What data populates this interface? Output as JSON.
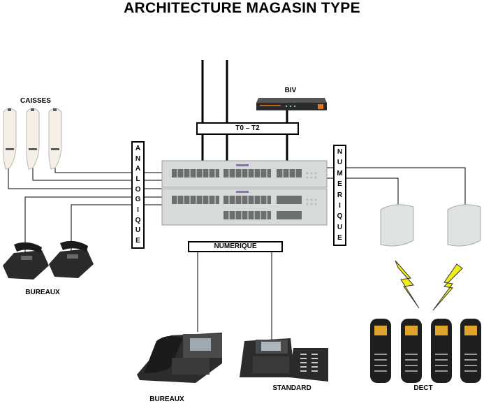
{
  "title": "ARCHITECTURE MAGASIN TYPE",
  "labels": {
    "caisses": "CAISSES",
    "biv": "BIV",
    "t0_t2": "T0 – T2",
    "analogique": "ANALOGIQUE",
    "numerique_side": "NUMERIQUE",
    "numerique_bottom": "NUMERIQUE",
    "bureaux_left": "BUREAUX",
    "bureaux_bottom": "BUREAUX",
    "standard": "STANDARD",
    "dect": "DECT"
  },
  "colors": {
    "wire": "#000000",
    "switch_body": "#d9dcdc",
    "lightning": "#f2ec1a",
    "biv_body": "#2b2b2b",
    "biv_accent": "#e8731c"
  },
  "icons": [
    "payment-terminal-icon",
    "network-switch-icon",
    "router-box-icon",
    "desk-phone-icon",
    "ip-phone-icon",
    "switchboard-phone-icon",
    "dect-base-station-icon",
    "dect-handset-icon",
    "lightning-icon"
  ]
}
